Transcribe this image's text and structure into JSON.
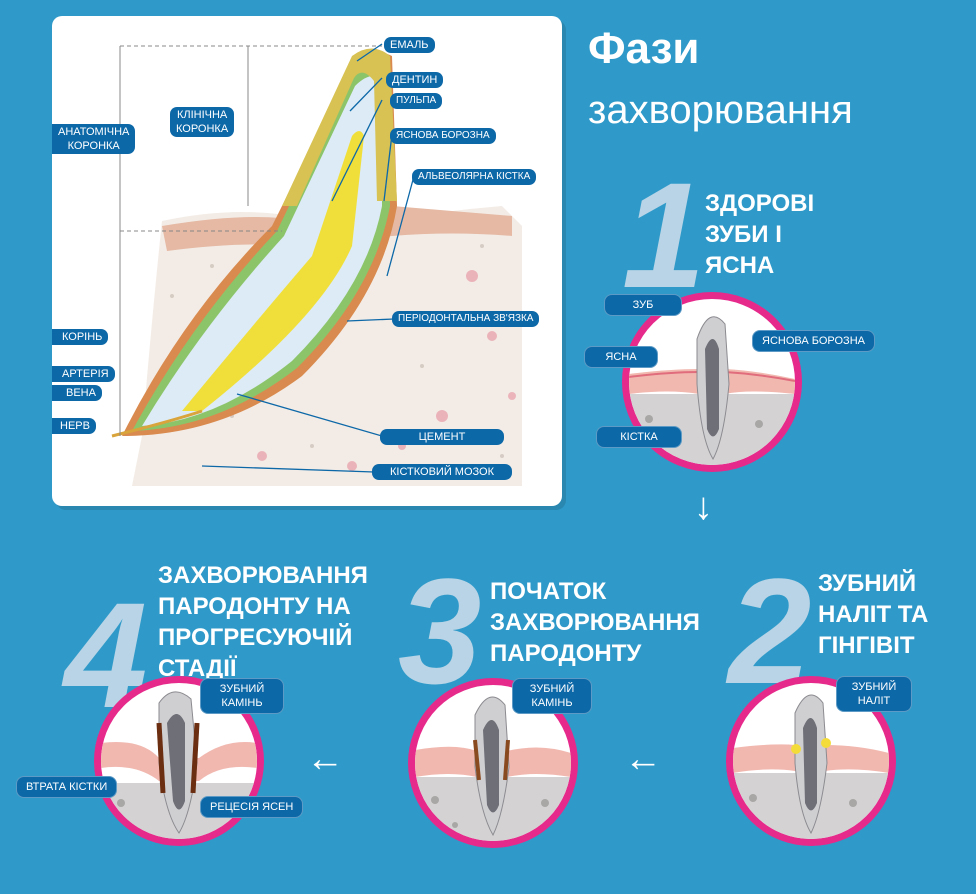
{
  "title_line1": "Фази",
  "title_line2": "захворювання",
  "anatomy_labels": {
    "enamel": "ЕМАЛЬ",
    "dentin": "ДЕНТИН",
    "pulp": "ПУЛЬПА",
    "gingival_sulcus": "ЯСНОВА БОРОЗНА",
    "alveolar_bone": "АЛЬВЕОЛЯРНА КІСТКА",
    "anatomic_crown_1": "АНАТОМІЧНА",
    "anatomic_crown_2": "КОРОНКА",
    "clinical_crown_1": "КЛІНІЧНА",
    "clinical_crown_2": "КОРОНКА",
    "root": "КОРІНЬ",
    "artery": "АРТЕРІЯ",
    "vein": "ВЕНА",
    "nerve": "НЕРВ",
    "periodontal_ligament": "ПЕРІОДОНТАЛЬНА ЗВ'ЯЗКА",
    "cementum": "ЦЕМЕНТ",
    "bone_marrow": "КІСТКОВИЙ МОЗОК"
  },
  "stages": [
    {
      "number": "1",
      "lines": [
        "ЗДОРОВІ",
        "ЗУБИ І",
        "ЯСНА"
      ],
      "labels": {
        "tooth": "ЗУБ",
        "sulcus": "ЯСНОВА БОРОЗНА",
        "gum": "ЯСНА",
        "bone": "КІСТКА"
      }
    },
    {
      "number": "2",
      "lines": [
        "ЗУБНИЙ",
        "НАЛІТ ТА",
        "ГІНГІВІТ"
      ],
      "labels": {
        "plaque_1": "ЗУБНИЙ",
        "plaque_2": "НАЛІТ"
      }
    },
    {
      "number": "3",
      "lines": [
        "ПОЧАТОК",
        "ЗАХВОРЮВАННЯ",
        "ПАРОДОНТУ"
      ],
      "labels": {
        "calculus_1": "ЗУБНИЙ",
        "calculus_2": "КАМІНЬ"
      }
    },
    {
      "number": "4",
      "lines": [
        "ЗАХВОРЮВАННЯ",
        "ПАРОДОНТУ НА",
        "ПРОГРЕСУЮЧІЙ",
        "СТАДІЇ"
      ],
      "labels": {
        "calculus_1": "ЗУБНИЙ",
        "calculus_2": "КАМІНЬ",
        "bone_loss": "ВТРАТА КІСТКИ",
        "recession": "РЕЦЕСІЯ ЯСЕН"
      }
    }
  ],
  "arrows": {
    "down": "↓",
    "left": "←"
  },
  "colors": {
    "background": "#2f9ac9",
    "label_bg": "#0d68a8",
    "ring": "#e62a8b",
    "number": "#b8d4e6"
  }
}
